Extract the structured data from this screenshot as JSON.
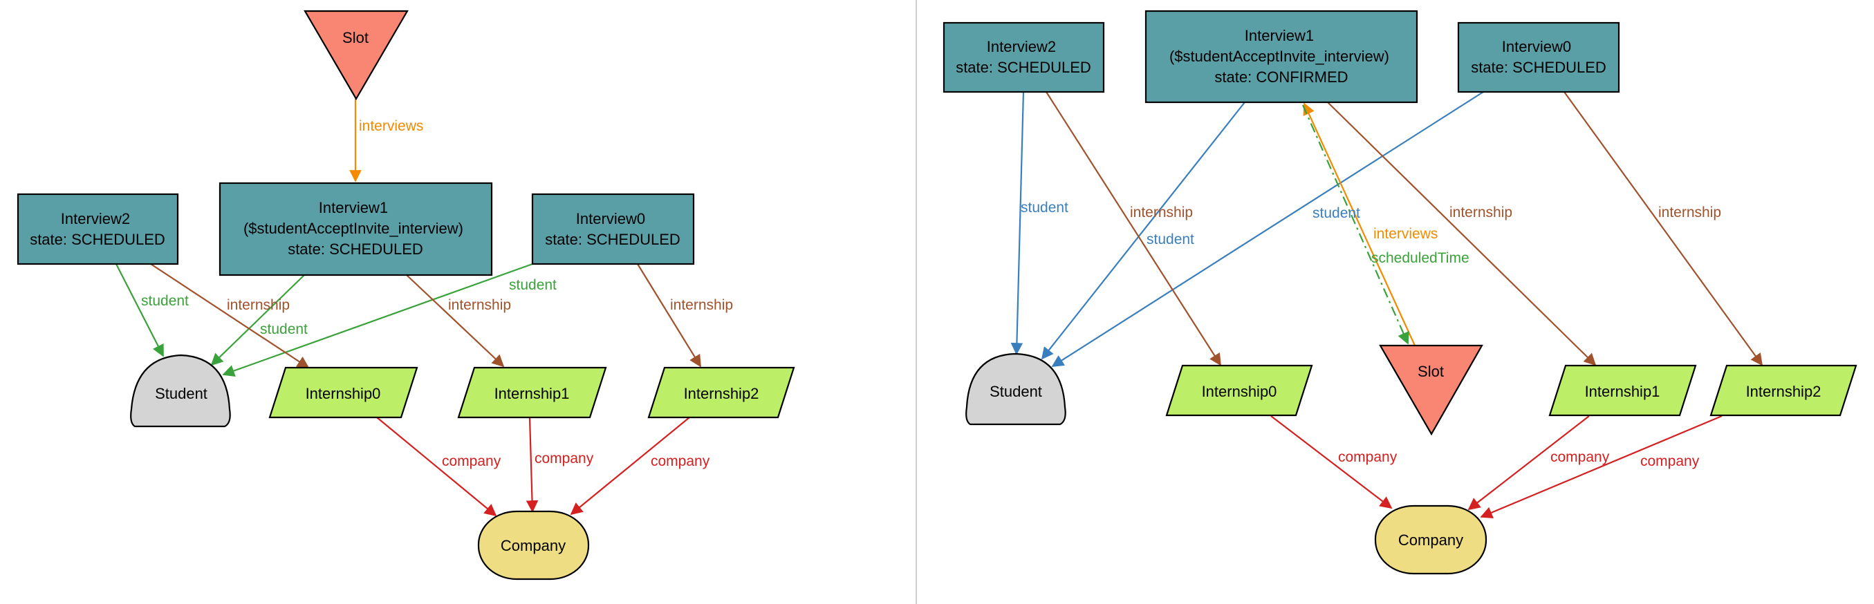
{
  "colors": {
    "interview_fill": "#5a9ea6",
    "slot_fill": "#f98673",
    "student_fill": "#d4d4d4",
    "internship_fill": "#bdee68",
    "company_fill": "#eedd82",
    "interviews_edge": "#f28b00",
    "student_edge_left": "#3aa23a",
    "student_edge_right": "#3a7fbd",
    "internship_edge": "#a0522d",
    "company_edge": "#d42020",
    "scheduledTime_edge": "#3aa23a",
    "divider": "#d0d0d0"
  },
  "left": {
    "slot": "Slot",
    "interview2": [
      "Interview2",
      "state: SCHEDULED"
    ],
    "interview1": [
      "Interview1",
      "($studentAcceptInvite_interview)",
      "state: SCHEDULED"
    ],
    "interview0": [
      "Interview0",
      "state: SCHEDULED"
    ],
    "student": "Student",
    "internship0": "Internship0",
    "internship1": "Internship1",
    "internship2": "Internship2",
    "company": "Company",
    "edges": {
      "interviews": "interviews",
      "student_i2": "student",
      "student_i1": "student",
      "student_i0": "student",
      "internship_i2": "internship",
      "internship_i1": "internship",
      "internship_i0": "internship",
      "company_0": "company",
      "company_1": "company",
      "company_2": "company"
    }
  },
  "right": {
    "interview2": [
      "Interview2",
      "state: SCHEDULED"
    ],
    "interview1": [
      "Interview1",
      "($studentAcceptInvite_interview)",
      "state: CONFIRMED"
    ],
    "interview0": [
      "Interview0",
      "state: SCHEDULED"
    ],
    "slot": "Slot",
    "student": "Student",
    "internship0": "Internship0",
    "internship1": "Internship1",
    "internship2": "Internship2",
    "company": "Company",
    "edges": {
      "student_i2": "student",
      "student_i1": "student",
      "student_i0": "student",
      "internship_i2": "internship",
      "internship_i1": "internship",
      "internship_i0": "internship",
      "interviews": "interviews",
      "scheduledTime": "scheduledTime",
      "company_0": "company",
      "company_1": "company",
      "company_2": "company"
    }
  }
}
